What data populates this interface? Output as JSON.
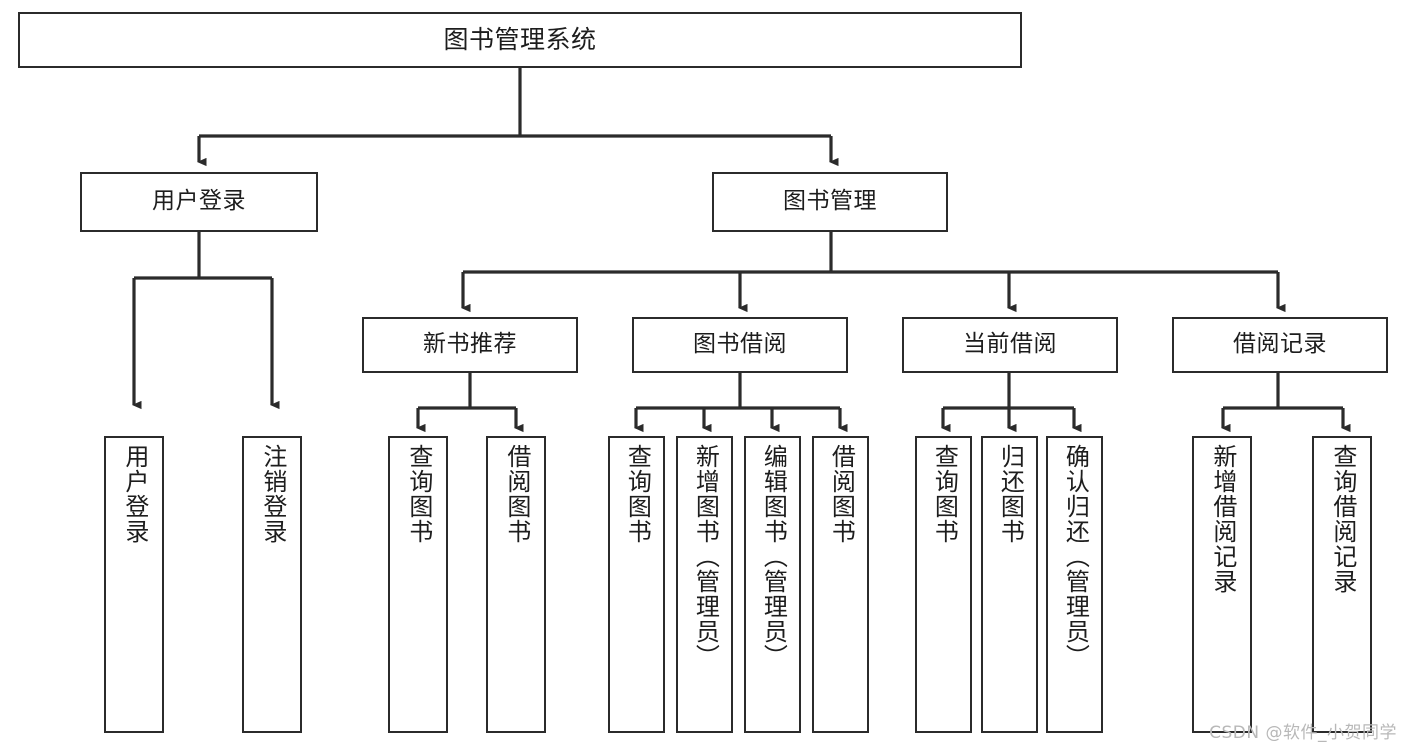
{
  "diagram": {
    "kind": "tree-hierarchy",
    "title": "图书管理系统",
    "watermark": "CSDN @软件_小贺同学",
    "colors": {
      "stroke": "#2b2b2b",
      "fill": "#ffffff",
      "text": "#1d1d1d",
      "watermark": "#b8b8b8",
      "background": "#ffffff"
    },
    "nodes": {
      "root": {
        "label": "图书管理系统"
      },
      "level2": [
        {
          "id": "user-login",
          "label": "用户登录"
        },
        {
          "id": "book-manage",
          "label": "图书管理"
        }
      ],
      "level3": [
        {
          "id": "new-book-recommend",
          "label": "新书推荐"
        },
        {
          "id": "book-borrow",
          "label": "图书借阅"
        },
        {
          "id": "current-borrow",
          "label": "当前借阅"
        },
        {
          "id": "borrow-record",
          "label": "借阅记录"
        }
      ],
      "leaves": {
        "user-login": [
          {
            "id": "leaf-user-login",
            "label": "用户登录"
          },
          {
            "id": "leaf-logout-login",
            "label": "注销登录"
          }
        ],
        "new-book-recommend": [
          {
            "id": "leaf-query-book-1",
            "label": "查询图书"
          },
          {
            "id": "leaf-borrow-book-1",
            "label": "借阅图书"
          }
        ],
        "book-borrow": [
          {
            "id": "leaf-query-book-2",
            "label": "查询图书"
          },
          {
            "id": "leaf-add-book",
            "label": "新增图书（管理员）"
          },
          {
            "id": "leaf-edit-book",
            "label": "编辑图书（管理员）"
          },
          {
            "id": "leaf-borrow-book-2",
            "label": "借阅图书"
          }
        ],
        "current-borrow": [
          {
            "id": "leaf-query-book-3",
            "label": "查询图书"
          },
          {
            "id": "leaf-return-book",
            "label": "归还图书"
          },
          {
            "id": "leaf-confirm-return",
            "label": "确认归还（管理员）"
          }
        ],
        "borrow-record": [
          {
            "id": "leaf-add-record",
            "label": "新增借阅记录"
          },
          {
            "id": "leaf-query-record",
            "label": "查询借阅记录"
          }
        ]
      }
    }
  }
}
